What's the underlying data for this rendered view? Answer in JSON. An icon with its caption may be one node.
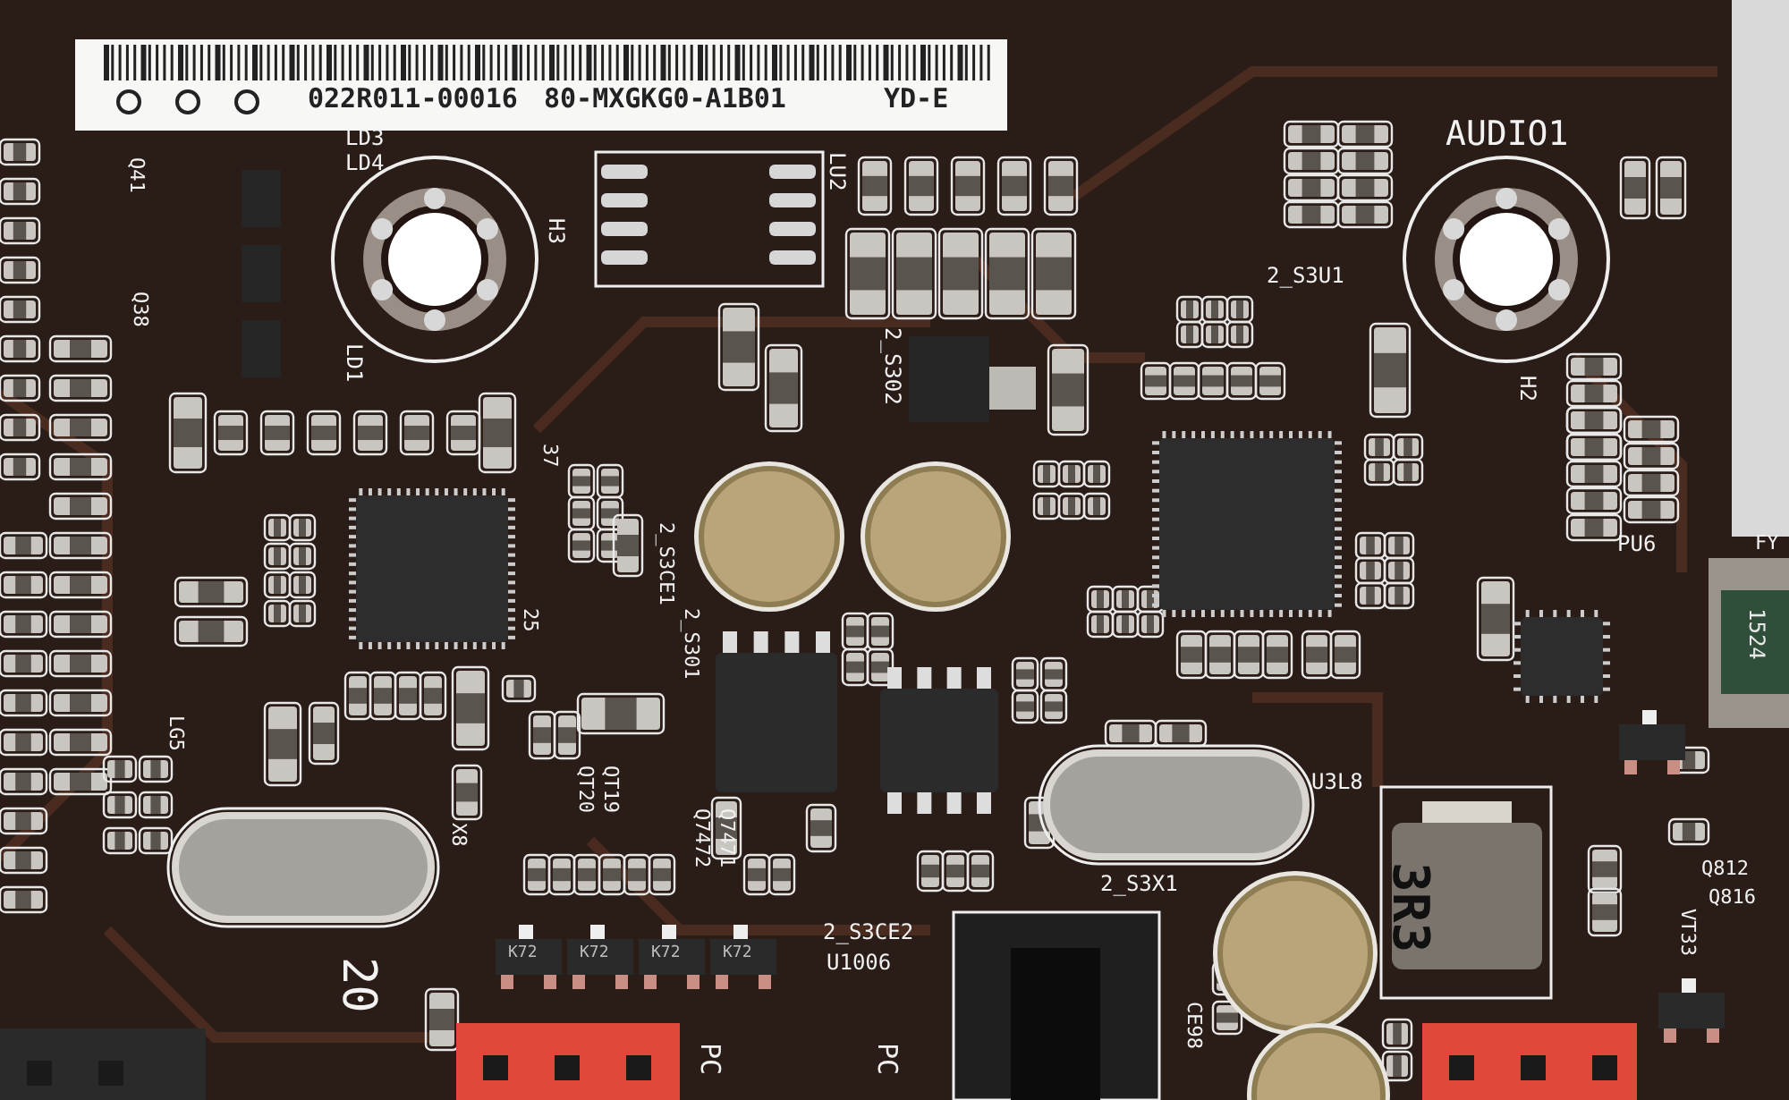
{
  "diagram": {
    "labels": [
      "022R011-00016",
      "80-MXGKG0-A1B01",
      "YD-E",
      "LD3",
      "LD4",
      "Q41",
      "Q38",
      "H3",
      "LD1",
      "LU2",
      "AUDIO1",
      "2_S3U1",
      "H2",
      "2_S302",
      "37",
      "25",
      "2_S3CE1",
      "2_S301",
      "LG5",
      "X8",
      "QT20",
      "QT19",
      "Q7472",
      "Q7471",
      "PU6",
      "FY",
      "U3L8",
      "2_S3X1",
      "Q812",
      "Q816",
      "VT33",
      "2_S3CE2",
      "U1006",
      "CE98",
      "PC",
      "PC",
      "20",
      "K72",
      "K72",
      "K72",
      "K72",
      "3R3",
      "1524"
    ]
  }
}
